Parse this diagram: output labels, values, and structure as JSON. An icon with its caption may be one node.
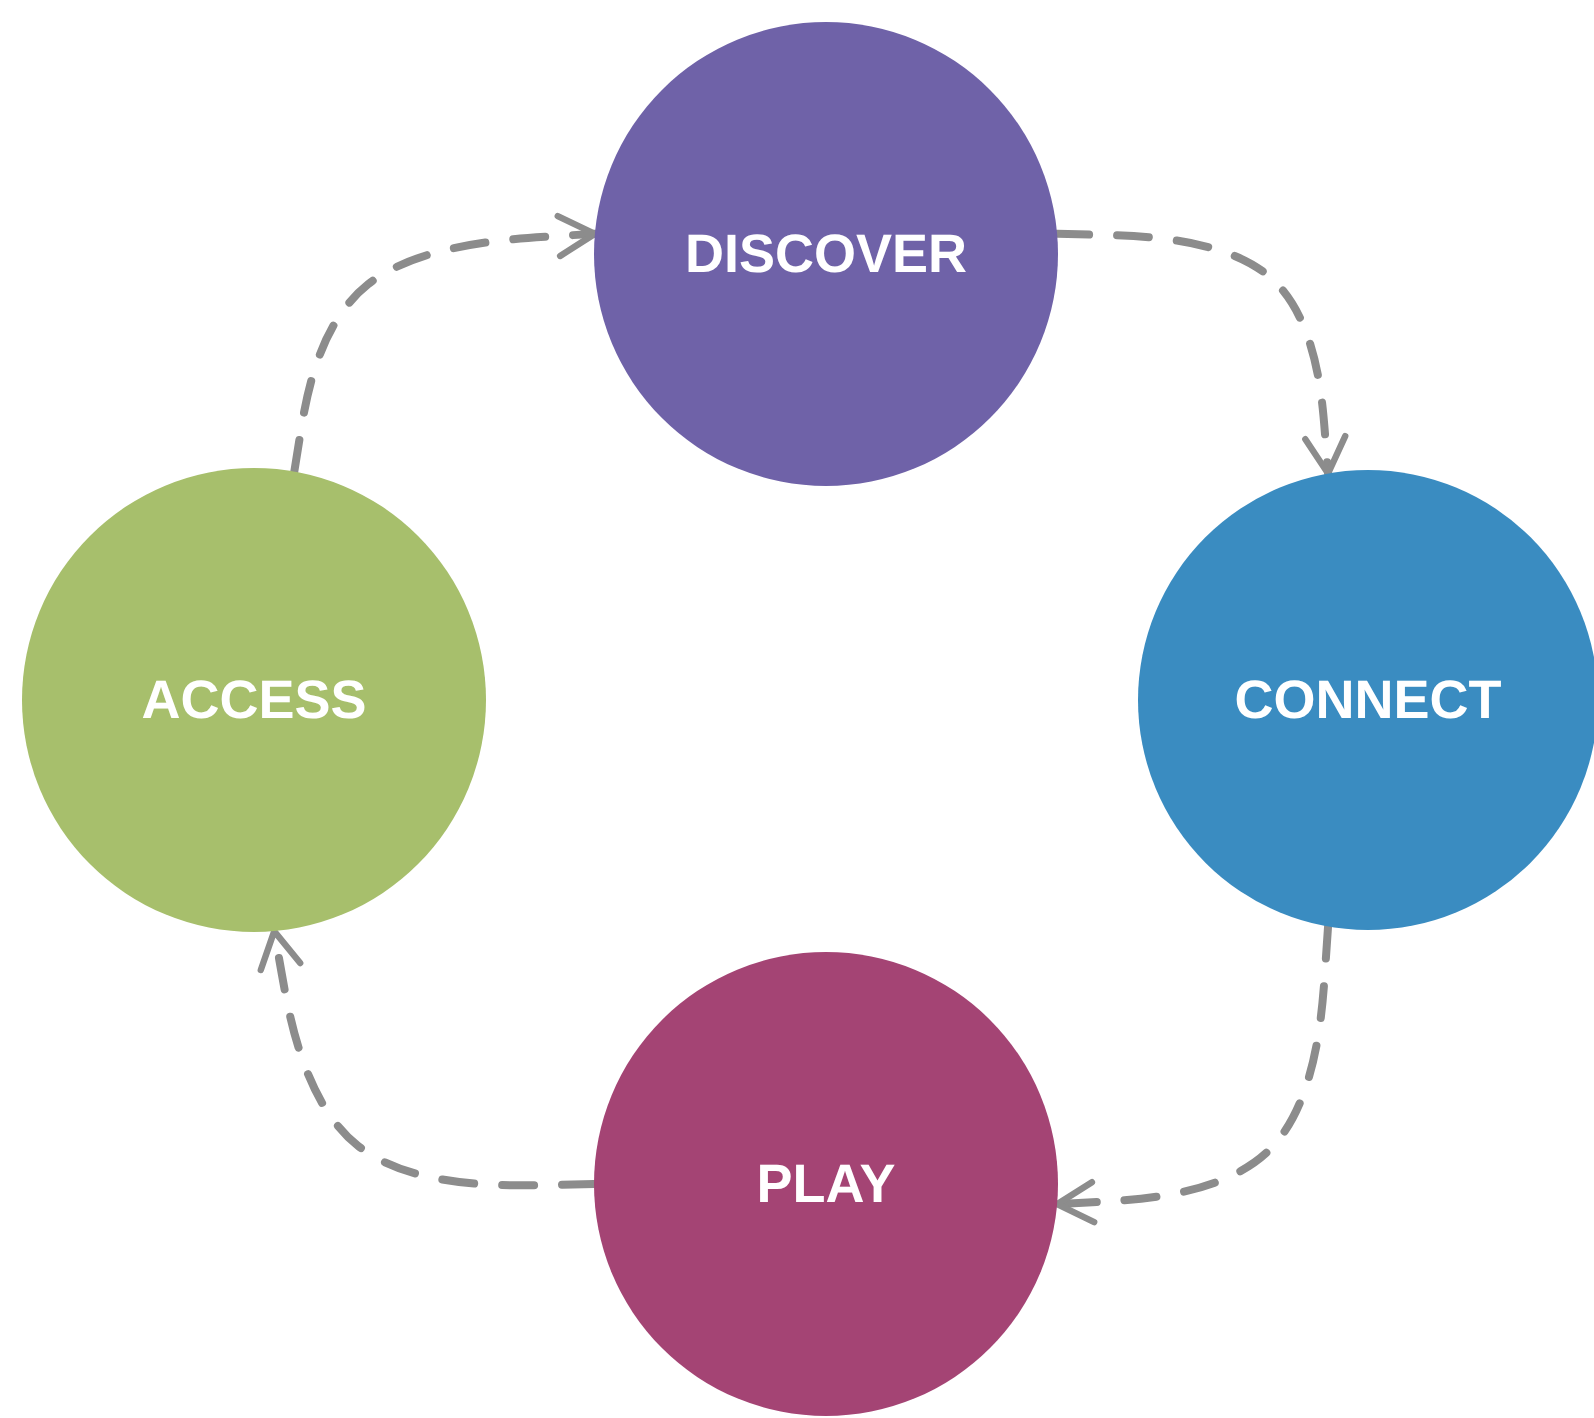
{
  "diagram": {
    "nodes": [
      {
        "text": [
          "DISCOVER"
        ]
      },
      {
        "text": [
          "CONNECT"
        ]
      },
      {
        "text": [
          "PLAY"
        ]
      },
      {
        "text": [
          "ACCESS"
        ]
      }
    ],
    "edges": [
      {
        "from": 3,
        "to": 0,
        "arrow": "to",
        "style": "dashed"
      },
      {
        "from": 0,
        "to": 1,
        "arrow": "to",
        "style": "dashed"
      },
      {
        "from": 1,
        "to": 2,
        "arrow": "to",
        "style": "dashed"
      },
      {
        "from": 2,
        "to": 3,
        "arrow": "to",
        "style": "dashed"
      }
    ]
  }
}
